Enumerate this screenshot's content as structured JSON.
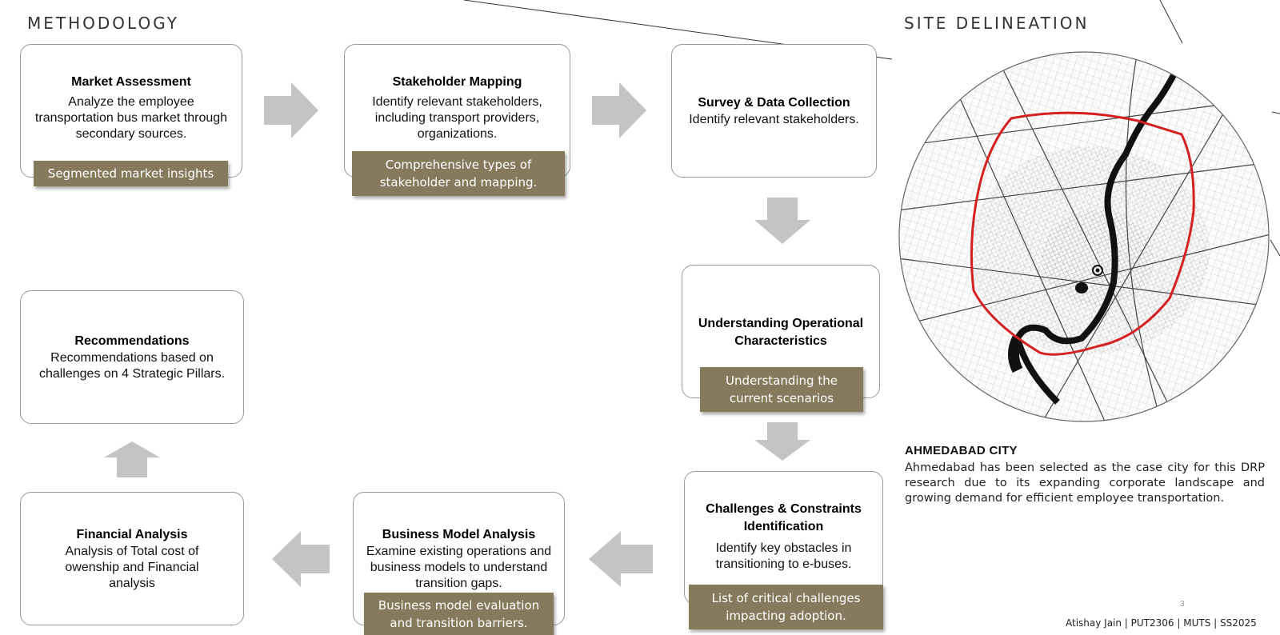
{
  "methodology_title": "METHODOLOGY",
  "site_title": "SITE DELINEATION",
  "steps": {
    "market": {
      "title": "Market Assessment",
      "desc": "Analyze the employee transportation bus market through secondary sources.",
      "tag": "Segmented market insights"
    },
    "stakeholder": {
      "title": "Stakeholder Mapping",
      "desc": "Identify relevant stakeholders, including transport providers, organizations.",
      "tag": "Comprehensive types of stakeholder and mapping."
    },
    "survey": {
      "title": "Survey & Data Collection",
      "desc": "Identify relevant stakeholders."
    },
    "operational": {
      "title": "Understanding Operational Characteristics",
      "tag": "Understanding the current scenarios"
    },
    "challenges": {
      "title": "Challenges & Constraints Identification",
      "desc": "Identify key obstacles in transitioning to e-buses.",
      "tag": "List of critical challenges impacting adoption."
    },
    "business": {
      "title": "Business Model Analysis",
      "desc": "Examine existing operations and business models to understand transition gaps.",
      "tag": "Business model evaluation and transition barriers."
    },
    "financial": {
      "title": "Financial Analysis",
      "desc": "Analysis of Total cost of owenship and Financial analysis"
    },
    "recommendations": {
      "title": "Recommendations",
      "desc": "Recommendations based on challenges on 4 Strategic Pillars."
    }
  },
  "city": {
    "title": "AHMEDABAD CITY",
    "text": "Ahmedabad has been selected as the case city for this DRP research due to its expanding corporate landscape and growing demand for efficient employee transportation."
  },
  "page_number": "3",
  "footer": "Atishay Jain | PUT2306 | MUTS | SS2025",
  "colors": {
    "tag_bg": "#857a5c",
    "arrow": "#c4c4c4",
    "boundary": "#d42020",
    "river": "#111111"
  }
}
